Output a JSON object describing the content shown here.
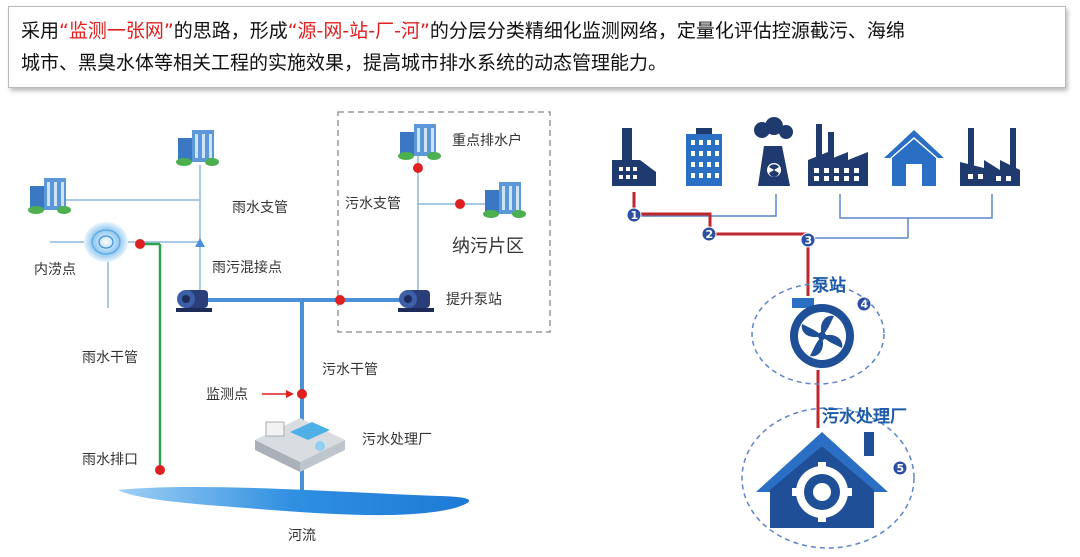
{
  "banner": {
    "seg1": "采用",
    "seg2": "“监测一张网”",
    "seg3": "的思路，形成",
    "seg4": "“源-网-站-厂-河”",
    "seg5": "的分层分类精细化监测网络，定量化评估控源截污、海绵",
    "line2": "城市、黑臭水体等相关工程的实施效果，提高城市排水系统的动态管理能力。"
  },
  "left_diagram": {
    "labels": {
      "rain_branch": "雨水支管",
      "sewage_branch": "污水支管",
      "key_discharger": "重点排水户",
      "collection_area": "纳污片区",
      "waterlogging_point": "内涝点",
      "mixed_point": "雨污混接点",
      "lift_station": "提升泵站",
      "rain_trunk": "雨水干管",
      "sewage_trunk": "污水干管",
      "monitoring_point": "监测点",
      "wwtp": "污水处理厂",
      "rain_outlet": "雨水排口",
      "river": "河流"
    }
  },
  "right_diagram": {
    "pump_station": "泵站",
    "wwtp": "污水处理厂",
    "nodes": [
      "1",
      "2",
      "3",
      "4",
      "5"
    ]
  },
  "colors": {
    "pipe_blue": "#4a90d9",
    "rain_green": "#2aa34a",
    "monitor_red": "#e02020",
    "icon_navy": "#1f3a6e"
  }
}
